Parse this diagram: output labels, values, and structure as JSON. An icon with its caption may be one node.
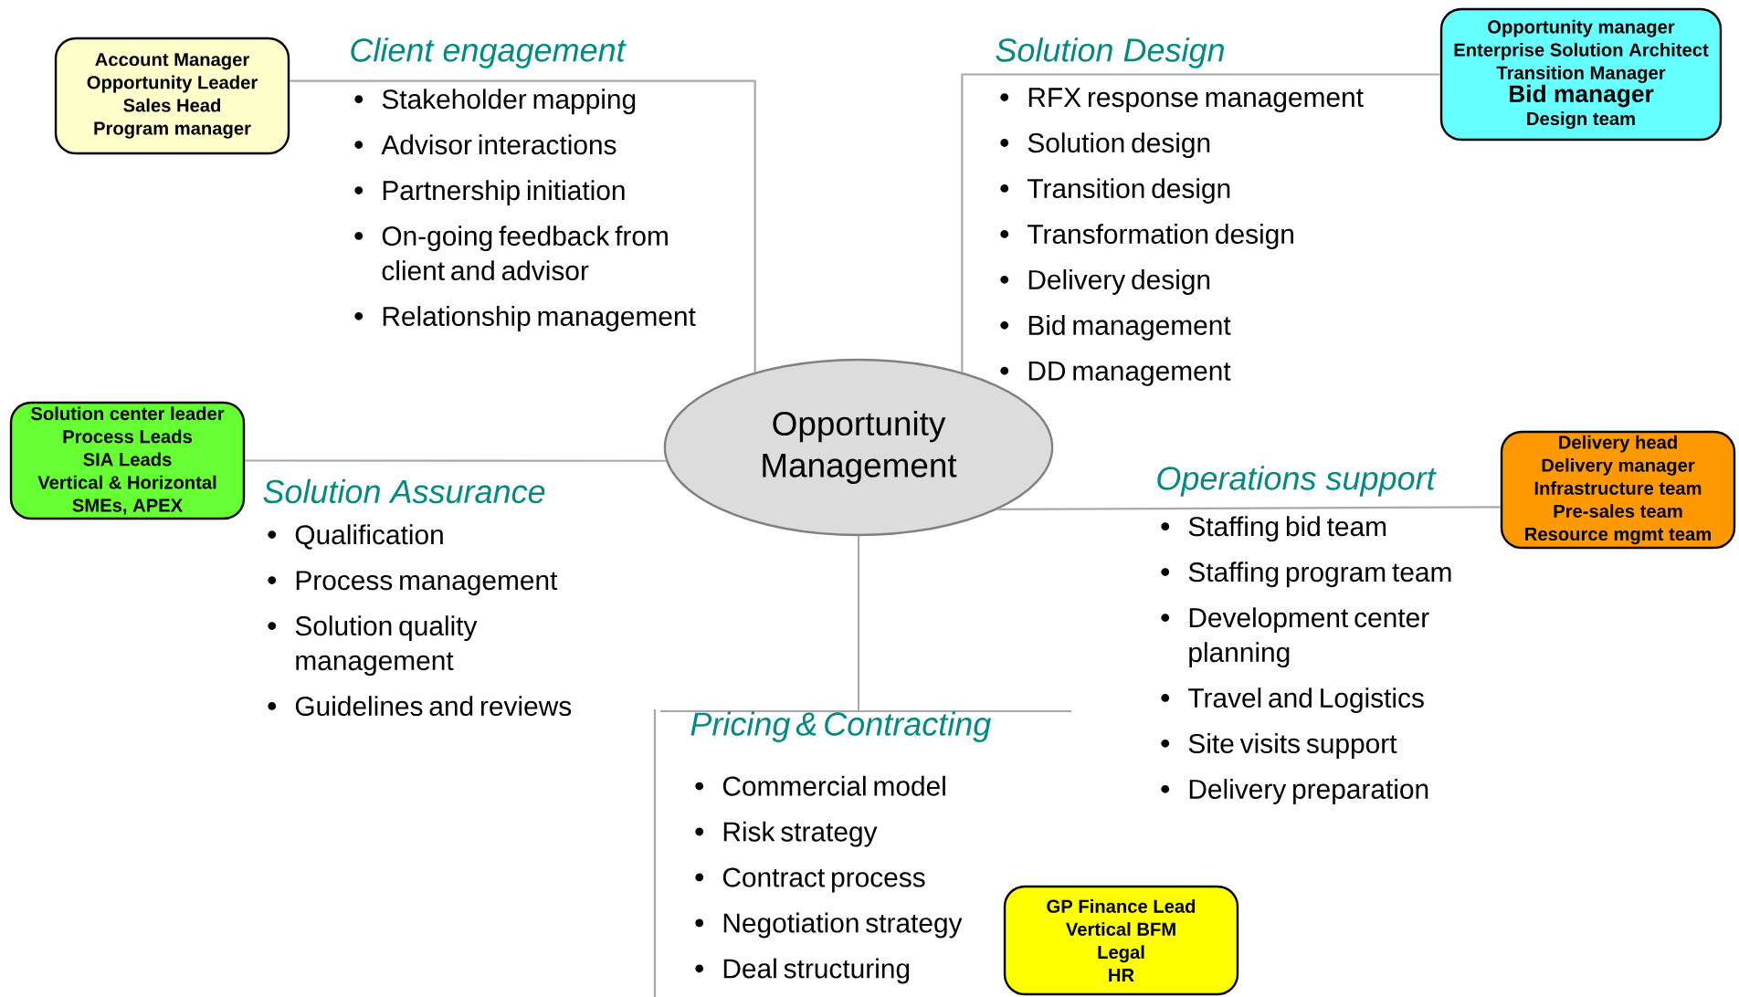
{
  "diagram": {
    "nodes": [
      {
        "text": [
          "Account Manager",
          "Opportunity Leader",
          "Sales Head",
          "Program manager"
        ]
      },
      {
        "text": [
          "Stakeholder mapping",
          "Advisor interactions",
          "Partnership initiation",
          "On-going feedback from client and advisor",
          "Relationship management"
        ]
      },
      {
        "text": [
          "RFX response management",
          "Solution design",
          "Transition design",
          "Transformation design",
          "Delivery design",
          "Bid management",
          "DD management"
        ]
      },
      {
        "text": [
          "Opportunity manager",
          "Enterprise Solution Architect",
          "Transition Manager",
          "Bid manager",
          "Design team"
        ]
      },
      {
        "text": [
          "Opportunity Management"
        ]
      },
      {
        "text": [
          "Solution center leader",
          "Process Leads",
          "SIA Leads",
          "Vertical & Horizontal",
          "SMEs, APEX"
        ]
      },
      {
        "text": [
          "Qualification",
          "Process management",
          "Solution quality management",
          "Guidelines and reviews"
        ]
      },
      {
        "text": [
          "Staffing bid team",
          "Staffing program team",
          "Development center planning",
          "Travel and Logistics",
          "Site visits support",
          "Delivery preparation"
        ]
      },
      {
        "text": [
          "Delivery head",
          "Delivery manager",
          "Infrastructure team",
          "Pre-sales team",
          "Resource mgmt team"
        ]
      },
      {
        "text": [
          "Pricing & Contracting",
          "Commercial model",
          "Risk strategy",
          "Contract process",
          "Negotiation strategy",
          "Deal structuring"
        ]
      },
      {
        "text": [
          "GP Finance Lead",
          "Vertical BFM",
          "Legal",
          "HR"
        ]
      }
    ],
    "edges": [
      {
        "from": 4,
        "to": 0,
        "arrow": "none"
      },
      {
        "from": 4,
        "to": 3,
        "arrow": "none"
      },
      {
        "from": 4,
        "to": 5,
        "arrow": "none"
      },
      {
        "from": 4,
        "to": 8,
        "arrow": "none"
      },
      {
        "from": 4,
        "to": 9,
        "arrow": "none"
      }
    ],
    "labels": [
      "Client engagement",
      "Solution Design",
      "Solution Assurance",
      "Operations support"
    ]
  }
}
